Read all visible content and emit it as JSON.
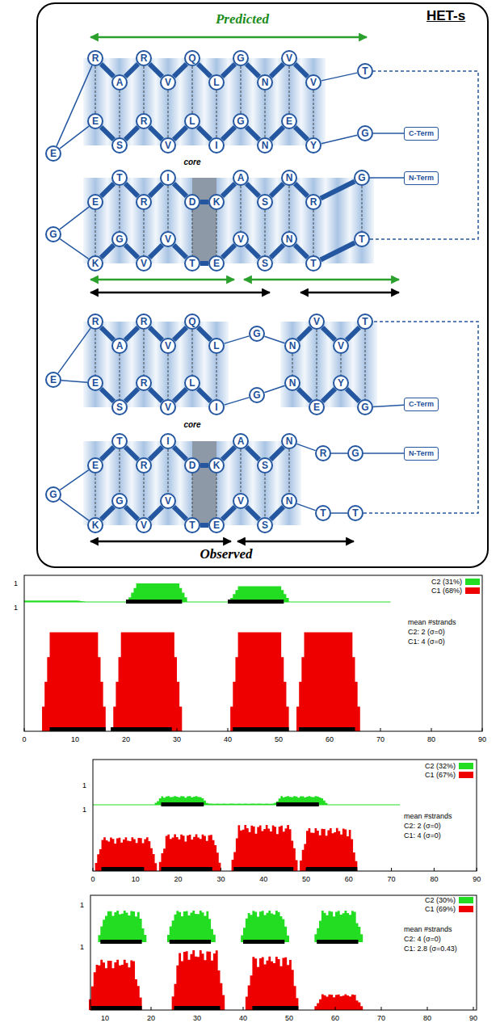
{
  "diagram": {
    "title": "HET-s",
    "nodes": [
      {
        "text": [
          "R"
        ]
      },
      {
        "text": [
          "A"
        ]
      },
      {
        "text": [
          "R"
        ]
      },
      {
        "text": [
          "V"
        ]
      },
      {
        "text": [
          "Q"
        ]
      },
      {
        "text": [
          "L"
        ]
      },
      {
        "text": [
          "G"
        ]
      },
      {
        "text": [
          "N"
        ]
      },
      {
        "text": [
          "V"
        ]
      },
      {
        "text": [
          "V"
        ]
      },
      {
        "text": [
          "T"
        ]
      },
      {
        "text": [
          "E"
        ]
      },
      {
        "text": [
          "E"
        ]
      },
      {
        "text": [
          "S"
        ]
      },
      {
        "text": [
          "R"
        ]
      },
      {
        "text": [
          "V"
        ]
      },
      {
        "text": [
          "L"
        ]
      },
      {
        "text": [
          "I"
        ]
      },
      {
        "text": [
          "G"
        ]
      },
      {
        "text": [
          "N"
        ]
      },
      {
        "text": [
          "E"
        ]
      },
      {
        "text": [
          "Y"
        ]
      },
      {
        "text": [
          "G"
        ]
      },
      {
        "text": [
          "C-Term"
        ]
      },
      {
        "text": [
          "E"
        ]
      },
      {
        "text": [
          "T"
        ]
      },
      {
        "text": [
          "R"
        ]
      },
      {
        "text": [
          "I"
        ]
      },
      {
        "text": [
          "D"
        ]
      },
      {
        "text": [
          "K"
        ]
      },
      {
        "text": [
          "A"
        ]
      },
      {
        "text": [
          "S"
        ]
      },
      {
        "text": [
          "N"
        ]
      },
      {
        "text": [
          "R"
        ]
      },
      {
        "text": [
          "G"
        ]
      },
      {
        "text": [
          "N-Term"
        ]
      },
      {
        "text": [
          "G"
        ]
      },
      {
        "text": [
          "K"
        ]
      },
      {
        "text": [
          "G"
        ]
      },
      {
        "text": [
          "V"
        ]
      },
      {
        "text": [
          "V"
        ]
      },
      {
        "text": [
          "T"
        ]
      },
      {
        "text": [
          "E"
        ]
      },
      {
        "text": [
          "V"
        ]
      },
      {
        "text": [
          "S"
        ]
      },
      {
        "text": [
          "N"
        ]
      },
      {
        "text": [
          "T"
        ]
      },
      {
        "text": [
          "T"
        ]
      },
      {
        "text": [
          "R"
        ]
      },
      {
        "text": [
          "A"
        ]
      },
      {
        "text": [
          "R"
        ]
      },
      {
        "text": [
          "V"
        ]
      },
      {
        "text": [
          "Q"
        ]
      },
      {
        "text": [
          "L"
        ]
      },
      {
        "text": [
          "G"
        ]
      },
      {
        "text": [
          "N"
        ]
      },
      {
        "text": [
          "V"
        ]
      },
      {
        "text": [
          "V"
        ]
      },
      {
        "text": [
          "T"
        ]
      },
      {
        "text": [
          "E"
        ]
      },
      {
        "text": [
          "E"
        ]
      },
      {
        "text": [
          "S"
        ]
      },
      {
        "text": [
          "R"
        ]
      },
      {
        "text": [
          "V"
        ]
      },
      {
        "text": [
          "L"
        ]
      },
      {
        "text": [
          "I"
        ]
      },
      {
        "text": [
          "G"
        ]
      },
      {
        "text": [
          "N"
        ]
      },
      {
        "text": [
          "E"
        ]
      },
      {
        "text": [
          "Y"
        ]
      },
      {
        "text": [
          "G"
        ]
      },
      {
        "text": [
          "C-Term"
        ]
      },
      {
        "text": [
          "E"
        ]
      },
      {
        "text": [
          "T"
        ]
      },
      {
        "text": [
          "R"
        ]
      },
      {
        "text": [
          "I"
        ]
      },
      {
        "text": [
          "D"
        ]
      },
      {
        "text": [
          "K"
        ]
      },
      {
        "text": [
          "A"
        ]
      },
      {
        "text": [
          "S"
        ]
      },
      {
        "text": [
          "N"
        ]
      },
      {
        "text": [
          "R"
        ]
      },
      {
        "text": [
          "G"
        ]
      },
      {
        "text": [
          "N-Term"
        ]
      },
      {
        "text": [
          "G"
        ]
      },
      {
        "text": [
          "K"
        ]
      },
      {
        "text": [
          "G"
        ]
      },
      {
        "text": [
          "V"
        ]
      },
      {
        "text": [
          "V"
        ]
      },
      {
        "text": [
          "T"
        ]
      },
      {
        "text": [
          "E"
        ]
      },
      {
        "text": [
          "V"
        ]
      },
      {
        "text": [
          "S"
        ]
      },
      {
        "text": [
          "N"
        ]
      },
      {
        "text": [
          "T"
        ]
      },
      {
        "text": [
          "T"
        ]
      }
    ],
    "edges": [
      {
        "from": 35,
        "to": 34,
        "arrow": "none"
      },
      {
        "from": 34,
        "to": 33,
        "arrow": "none"
      },
      {
        "from": 33,
        "to": 32,
        "arrow": "none"
      },
      {
        "from": 32,
        "to": 31,
        "arrow": "none"
      },
      {
        "from": 31,
        "to": 30,
        "arrow": "none"
      },
      {
        "from": 30,
        "to": 29,
        "arrow": "none"
      },
      {
        "from": 29,
        "to": 28,
        "arrow": "none"
      },
      {
        "from": 28,
        "to": 27,
        "arrow": "none"
      },
      {
        "from": 27,
        "to": 26,
        "arrow": "none"
      },
      {
        "from": 26,
        "to": 25,
        "arrow": "none"
      },
      {
        "from": 25,
        "to": 24,
        "arrow": "none"
      },
      {
        "from": 24,
        "to": 36,
        "arrow": "none"
      },
      {
        "from": 36,
        "to": 37,
        "arrow": "none"
      },
      {
        "from": 37,
        "to": 38,
        "arrow": "none"
      },
      {
        "from": 38,
        "to": 39,
        "arrow": "none"
      },
      {
        "from": 39,
        "to": 40,
        "arrow": "none"
      },
      {
        "from": 40,
        "to": 41,
        "arrow": "none"
      },
      {
        "from": 41,
        "to": 42,
        "arrow": "none"
      },
      {
        "from": 42,
        "to": 43,
        "arrow": "none"
      },
      {
        "from": 43,
        "to": 44,
        "arrow": "none"
      },
      {
        "from": 44,
        "to": 45,
        "arrow": "none"
      },
      {
        "from": 45,
        "to": 46,
        "arrow": "none"
      },
      {
        "from": 46,
        "to": 47,
        "arrow": "none"
      },
      {
        "from": 47,
        "to": 10,
        "arrow": "none"
      },
      {
        "from": 10,
        "to": 9,
        "arrow": "none"
      },
      {
        "from": 9,
        "to": 8,
        "arrow": "none"
      },
      {
        "from": 8,
        "to": 7,
        "arrow": "none"
      },
      {
        "from": 7,
        "to": 6,
        "arrow": "none"
      },
      {
        "from": 6,
        "to": 5,
        "arrow": "none"
      },
      {
        "from": 5,
        "to": 4,
        "arrow": "none"
      },
      {
        "from": 4,
        "to": 3,
        "arrow": "none"
      },
      {
        "from": 3,
        "to": 2,
        "arrow": "none"
      },
      {
        "from": 2,
        "to": 1,
        "arrow": "none"
      },
      {
        "from": 1,
        "to": 0,
        "arrow": "none"
      },
      {
        "from": 0,
        "to": 11,
        "arrow": "none"
      },
      {
        "from": 11,
        "to": 12,
        "arrow": "none"
      },
      {
        "from": 12,
        "to": 13,
        "arrow": "none"
      },
      {
        "from": 13,
        "to": 14,
        "arrow": "none"
      },
      {
        "from": 14,
        "to": 15,
        "arrow": "none"
      },
      {
        "from": 15,
        "to": 16,
        "arrow": "none"
      },
      {
        "from": 16,
        "to": 17,
        "arrow": "none"
      },
      {
        "from": 17,
        "to": 18,
        "arrow": "none"
      },
      {
        "from": 18,
        "to": 19,
        "arrow": "none"
      },
      {
        "from": 19,
        "to": 20,
        "arrow": "none"
      },
      {
        "from": 20,
        "to": 21,
        "arrow": "none"
      },
      {
        "from": 21,
        "to": 22,
        "arrow": "none"
      },
      {
        "from": 22,
        "to": 23,
        "arrow": "none"
      },
      {
        "from": 0,
        "to": 12,
        "arrow": "none"
      },
      {
        "from": 1,
        "to": 13,
        "arrow": "none"
      },
      {
        "from": 2,
        "to": 14,
        "arrow": "none"
      },
      {
        "from": 3,
        "to": 15,
        "arrow": "none"
      },
      {
        "from": 4,
        "to": 16,
        "arrow": "none"
      },
      {
        "from": 5,
        "to": 17,
        "arrow": "none"
      },
      {
        "from": 6,
        "to": 18,
        "arrow": "none"
      },
      {
        "from": 7,
        "to": 19,
        "arrow": "none"
      },
      {
        "from": 8,
        "to": 20,
        "arrow": "none"
      },
      {
        "from": 9,
        "to": 21,
        "arrow": "none"
      },
      {
        "from": 24,
        "to": 37,
        "arrow": "none"
      },
      {
        "from": 25,
        "to": 38,
        "arrow": "none"
      },
      {
        "from": 26,
        "to": 39,
        "arrow": "none"
      },
      {
        "from": 27,
        "to": 40,
        "arrow": "none"
      },
      {
        "from": 28,
        "to": 41,
        "arrow": "none"
      },
      {
        "from": 29,
        "to": 42,
        "arrow": "none"
      },
      {
        "from": 30,
        "to": 43,
        "arrow": "none"
      },
      {
        "from": 31,
        "to": 44,
        "arrow": "none"
      },
      {
        "from": 32,
        "to": 45,
        "arrow": "none"
      },
      {
        "from": 33,
        "to": 46,
        "arrow": "none"
      },
      {
        "from": 34,
        "to": 47,
        "arrow": "none"
      },
      {
        "from": 83,
        "to": 82,
        "arrow": "none"
      },
      {
        "from": 82,
        "to": 81,
        "arrow": "none"
      },
      {
        "from": 81,
        "to": 80,
        "arrow": "none"
      },
      {
        "from": 80,
        "to": 79,
        "arrow": "none"
      },
      {
        "from": 79,
        "to": 78,
        "arrow": "none"
      },
      {
        "from": 78,
        "to": 77,
        "arrow": "none"
      },
      {
        "from": 77,
        "to": 76,
        "arrow": "none"
      },
      {
        "from": 76,
        "to": 75,
        "arrow": "none"
      },
      {
        "from": 75,
        "to": 74,
        "arrow": "none"
      },
      {
        "from": 74,
        "to": 73,
        "arrow": "none"
      },
      {
        "from": 73,
        "to": 72,
        "arrow": "none"
      },
      {
        "from": 72,
        "to": 84,
        "arrow": "none"
      },
      {
        "from": 84,
        "to": 85,
        "arrow": "none"
      },
      {
        "from": 85,
        "to": 86,
        "arrow": "none"
      },
      {
        "from": 86,
        "to": 87,
        "arrow": "none"
      },
      {
        "from": 87,
        "to": 88,
        "arrow": "none"
      },
      {
        "from": 88,
        "to": 89,
        "arrow": "none"
      },
      {
        "from": 89,
        "to": 90,
        "arrow": "none"
      },
      {
        "from": 90,
        "to": 91,
        "arrow": "none"
      },
      {
        "from": 91,
        "to": 92,
        "arrow": "none"
      },
      {
        "from": 92,
        "to": 93,
        "arrow": "none"
      },
      {
        "from": 93,
        "to": 94,
        "arrow": "none"
      },
      {
        "from": 94,
        "to": 95,
        "arrow": "none"
      },
      {
        "from": 95,
        "to": 58,
        "arrow": "none"
      },
      {
        "from": 58,
        "to": 57,
        "arrow": "none"
      },
      {
        "from": 57,
        "to": 56,
        "arrow": "none"
      },
      {
        "from": 56,
        "to": 55,
        "arrow": "none"
      },
      {
        "from": 55,
        "to": 54,
        "arrow": "none"
      },
      {
        "from": 54,
        "to": 53,
        "arrow": "none"
      },
      {
        "from": 53,
        "to": 52,
        "arrow": "none"
      },
      {
        "from": 52,
        "to": 51,
        "arrow": "none"
      },
      {
        "from": 51,
        "to": 50,
        "arrow": "none"
      },
      {
        "from": 50,
        "to": 49,
        "arrow": "none"
      },
      {
        "from": 49,
        "to": 48,
        "arrow": "none"
      },
      {
        "from": 48,
        "to": 59,
        "arrow": "none"
      },
      {
        "from": 59,
        "to": 60,
        "arrow": "none"
      },
      {
        "from": 60,
        "to": 61,
        "arrow": "none"
      },
      {
        "from": 61,
        "to": 62,
        "arrow": "none"
      },
      {
        "from": 62,
        "to": 63,
        "arrow": "none"
      },
      {
        "from": 63,
        "to": 64,
        "arrow": "none"
      },
      {
        "from": 64,
        "to": 65,
        "arrow": "none"
      },
      {
        "from": 65,
        "to": 66,
        "arrow": "none"
      },
      {
        "from": 66,
        "to": 67,
        "arrow": "none"
      },
      {
        "from": 67,
        "to": 68,
        "arrow": "none"
      },
      {
        "from": 68,
        "to": 69,
        "arrow": "none"
      },
      {
        "from": 69,
        "to": 70,
        "arrow": "none"
      },
      {
        "from": 70,
        "to": 71,
        "arrow": "none"
      },
      {
        "from": 48,
        "to": 60,
        "arrow": "none"
      },
      {
        "from": 49,
        "to": 61,
        "arrow": "none"
      },
      {
        "from": 50,
        "to": 62,
        "arrow": "none"
      },
      {
        "from": 51,
        "to": 63,
        "arrow": "none"
      },
      {
        "from": 52,
        "to": 64,
        "arrow": "none"
      },
      {
        "from": 53,
        "to": 65,
        "arrow": "none"
      },
      {
        "from": 55,
        "to": 67,
        "arrow": "none"
      },
      {
        "from": 56,
        "to": 68,
        "arrow": "none"
      },
      {
        "from": 57,
        "to": 69,
        "arrow": "none"
      },
      {
        "from": 58,
        "to": 70,
        "arrow": "none"
      },
      {
        "from": 72,
        "to": 85,
        "arrow": "none"
      },
      {
        "from": 73,
        "to": 86,
        "arrow": "none"
      },
      {
        "from": 74,
        "to": 87,
        "arrow": "none"
      },
      {
        "from": 75,
        "to": 88,
        "arrow": "none"
      },
      {
        "from": 76,
        "to": 89,
        "arrow": "none"
      },
      {
        "from": 77,
        "to": 90,
        "arrow": "none"
      },
      {
        "from": 78,
        "to": 91,
        "arrow": "none"
      },
      {
        "from": 79,
        "to": 92,
        "arrow": "none"
      },
      {
        "from": 80,
        "to": 93,
        "arrow": "none"
      }
    ],
    "labels": [
      "Predicted",
      "core",
      "core",
      "Observed",
      "1",
      "1",
      "0",
      "10",
      "20",
      "30",
      "40",
      "50",
      "60",
      "70",
      "80",
      "90",
      "mean #strands",
      "C2: 2 (σ=0)",
      "C1: 4 (σ=0)",
      "1",
      "1",
      "0",
      "10",
      "20",
      "30",
      "40",
      "50",
      "60",
      "70",
      "80",
      "90",
      "mean #strands",
      "C2: 2 (σ=0)",
      "C1: 4 (σ=0)",
      "1",
      "1",
      "10",
      "20",
      "30",
      "40",
      "50",
      "60",
      "70",
      "80",
      "90",
      "mean #strands",
      "C2: 4 (σ=0)",
      "C1: 2.8 (σ=0.43)"
    ],
    "legend": [
      {
        "text": "C2 (31%)",
        "color": "#22dd22"
      },
      {
        "text": "C1 (68%)",
        "color": "#ee0000"
      },
      {
        "text": "C2 (32%)",
        "color": "#22dd22"
      },
      {
        "text": "C1 (67%)",
        "color": "#ee0000"
      },
      {
        "text": "C2 (30%)",
        "color": "#22dd22"
      },
      {
        "text": "C1 (69%)",
        "color": "#ee0000"
      }
    ]
  }
}
